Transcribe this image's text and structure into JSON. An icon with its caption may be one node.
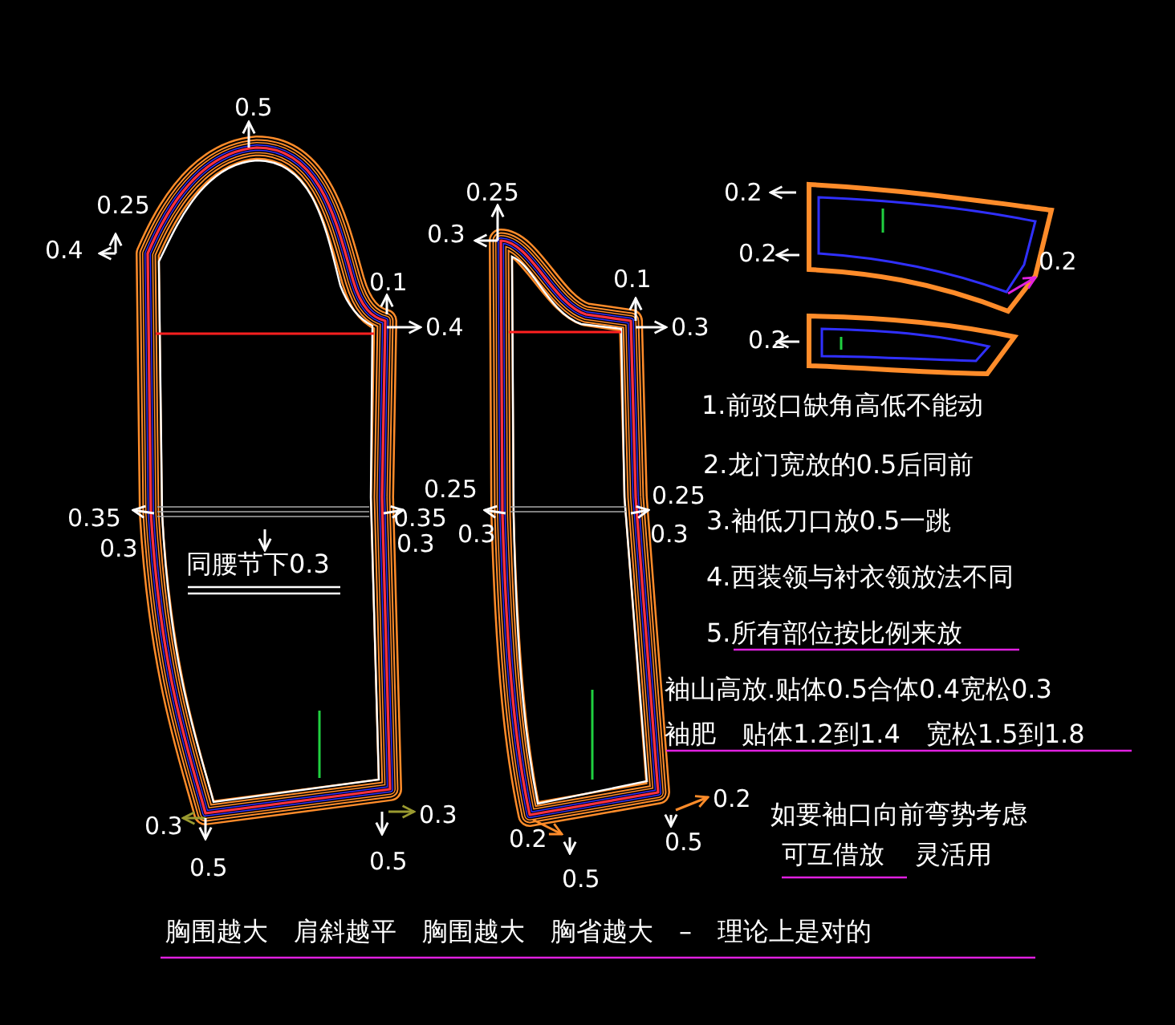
{
  "diagram": {
    "labels": [
      "0.5",
      "0.25",
      "0.25",
      "0.2",
      "0.4",
      "0.3",
      "0.2",
      "0.2",
      "0.1",
      "0.1",
      "0.4",
      "0.3",
      "0.2",
      "1.前驳口缺角高低不能动",
      "2.龙门宽放的0.5后同前",
      "0.25",
      "0.25",
      "0.35",
      "0.35",
      "3.袖低刀口放0.5一跳",
      "0.3",
      "0.3",
      "0.3",
      "0.3",
      "同腰节下0.3",
      "4.西装领与衬衣领放法不同",
      "5.所有部位按比例来放",
      "袖山高放.贴体0.5合体0.4宽松0.3",
      "袖肥　贴体1.2到1.4　宽松1.5到1.8",
      "0.3",
      "0.3",
      "0.2",
      "如要袖口向前弯势考虑",
      "0.2",
      "0.5",
      "0.5",
      "0.5",
      "可互借放",
      "灵活用",
      "0.5",
      "胸围越大　肩斜越平　胸围越大　胸省越大　–　理论上是对的"
    ]
  }
}
